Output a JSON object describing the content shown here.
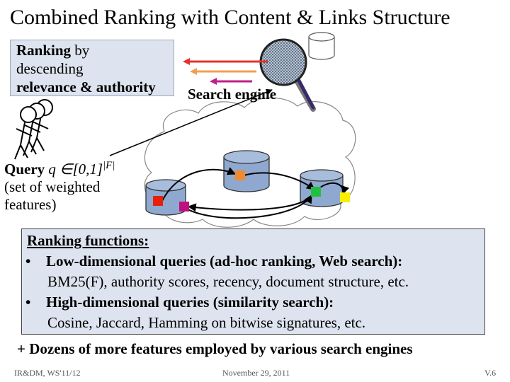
{
  "slide": {
    "title": "Combined Ranking with Content & Links Structure",
    "ranking_box": {
      "line1_bold": "Ranking",
      "line1_rest": " by",
      "line2": "descending",
      "line3": "relevance & authority"
    },
    "search_engine_label": "Search engine",
    "query": {
      "label": "Query",
      "math": "q ∈[0,1]",
      "exponent": "|F|",
      "line2": "(set of weighted",
      "line3": "features)"
    },
    "functions": {
      "heading": "Ranking functions:",
      "bullet": "•",
      "item1_title": "Low-dimensional queries (ad-hoc ranking, Web search):",
      "item1_detail": "BM25(F), authority scores, recency, document structure, etc.",
      "item2_title": "High-dimensional queries (similarity search):",
      "item2_detail": "Cosine, Jaccard, Hamming on bitwise signatures, etc."
    },
    "extra_note": "+ Dozens of more features employed by various search engines",
    "footer": {
      "left": "IR&DM, WS'11/12",
      "center": "November 29, 2011",
      "right": "V.6"
    },
    "colors": {
      "box_fill": "#dde4ef",
      "arrow_red": "#e8302a",
      "arrow_orange": "#f0a050",
      "arrow_magenta": "#c0208a",
      "doc_fill": "#8fa8cf",
      "node_red": "#e8200a",
      "node_magenta": "#c01080",
      "node_orange": "#f08a30",
      "node_green": "#20c040",
      "node_yellow": "#f8f000"
    }
  }
}
